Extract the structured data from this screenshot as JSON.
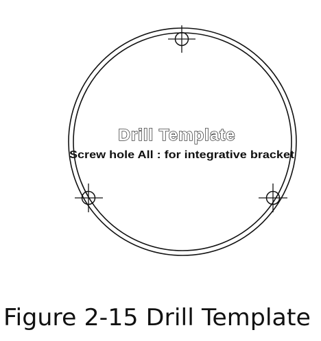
{
  "template": {
    "title": "Drill Template",
    "subtitle": "Screw hole All : for integrative  bracket"
  },
  "caption": "Figure 2-15 Drill Template",
  "colors": {
    "ink": "#111111",
    "background": "#ffffff"
  },
  "holes": {
    "count": 3,
    "icon": "crosshair-hole-icon"
  }
}
